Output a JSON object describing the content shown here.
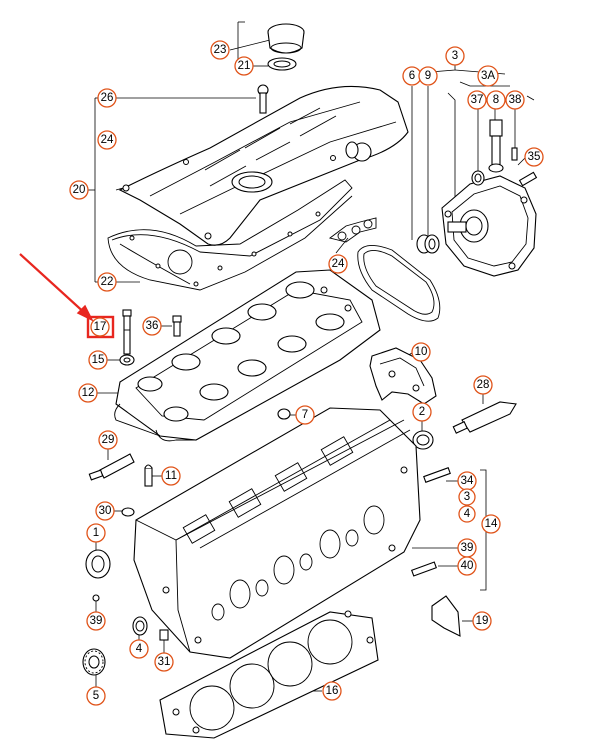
{
  "diagram": {
    "title": "Cylinder head exploded view",
    "callout_color": "#e0541a",
    "highlight_color": "#e8261f",
    "highlighted_callout": "17",
    "callouts": [
      {
        "id": "23",
        "label": "23"
      },
      {
        "id": "21",
        "label": "21"
      },
      {
        "id": "3-top",
        "label": "3"
      },
      {
        "id": "6",
        "label": "6"
      },
      {
        "id": "9",
        "label": "9"
      },
      {
        "id": "3A",
        "label": "3A"
      },
      {
        "id": "37",
        "label": "37"
      },
      {
        "id": "8",
        "label": "8"
      },
      {
        "id": "38",
        "label": "38"
      },
      {
        "id": "26",
        "label": "26"
      },
      {
        "id": "24-top",
        "label": "24"
      },
      {
        "id": "35",
        "label": "35"
      },
      {
        "id": "20",
        "label": "20"
      },
      {
        "id": "24-mid",
        "label": "24"
      },
      {
        "id": "22",
        "label": "22"
      },
      {
        "id": "17",
        "label": "17"
      },
      {
        "id": "36",
        "label": "36"
      },
      {
        "id": "15",
        "label": "15"
      },
      {
        "id": "10",
        "label": "10"
      },
      {
        "id": "12",
        "label": "12"
      },
      {
        "id": "28",
        "label": "28"
      },
      {
        "id": "7",
        "label": "7"
      },
      {
        "id": "2",
        "label": "2"
      },
      {
        "id": "29",
        "label": "29"
      },
      {
        "id": "11",
        "label": "11"
      },
      {
        "id": "34",
        "label": "34"
      },
      {
        "id": "3-right",
        "label": "3"
      },
      {
        "id": "30",
        "label": "30"
      },
      {
        "id": "4-right",
        "label": "4"
      },
      {
        "id": "14",
        "label": "14"
      },
      {
        "id": "1",
        "label": "1"
      },
      {
        "id": "39-right",
        "label": "39"
      },
      {
        "id": "40",
        "label": "40"
      },
      {
        "id": "19",
        "label": "19"
      },
      {
        "id": "39-left",
        "label": "39"
      },
      {
        "id": "4-left",
        "label": "4"
      },
      {
        "id": "31",
        "label": "31"
      },
      {
        "id": "5",
        "label": "5"
      },
      {
        "id": "16",
        "label": "16"
      }
    ]
  }
}
